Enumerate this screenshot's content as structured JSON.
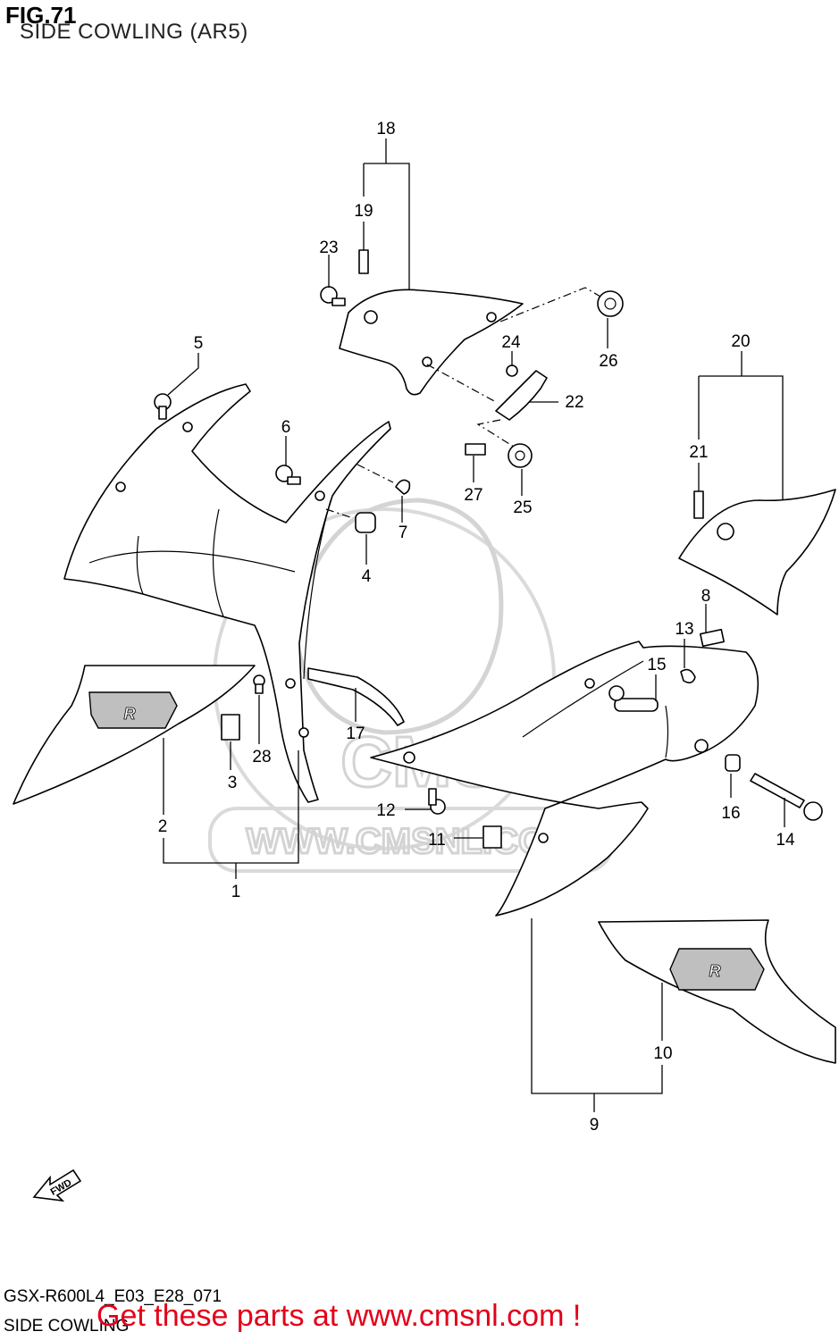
{
  "header": {
    "fig_number": "FIG.71",
    "subtitle": "SIDE COWLING (AR5)"
  },
  "footer": {
    "code": "GSX-R600L4_E03_E28_071",
    "name": "SIDE COWLING",
    "cta": "Get these parts at www.cmsnl.com !"
  },
  "watermark": {
    "brand": "CMS",
    "url": "WWW.CMSNL.COM"
  },
  "callouts": {
    "c1": "1",
    "c2": "2",
    "c3": "3",
    "c4": "4",
    "c5": "5",
    "c6": "6",
    "c7": "7",
    "c8": "8",
    "c9": "9",
    "c10": "10",
    "c11": "11",
    "c12": "12",
    "c13": "13",
    "c14": "14",
    "c15": "15",
    "c16": "16",
    "c17": "17",
    "c18": "18",
    "c19": "19",
    "c20": "20",
    "c21": "21",
    "c22": "22",
    "c23": "23",
    "c24": "24",
    "c25": "25",
    "c26": "26",
    "c27": "27",
    "c28": "28"
  },
  "fwd_label": "FWD"
}
